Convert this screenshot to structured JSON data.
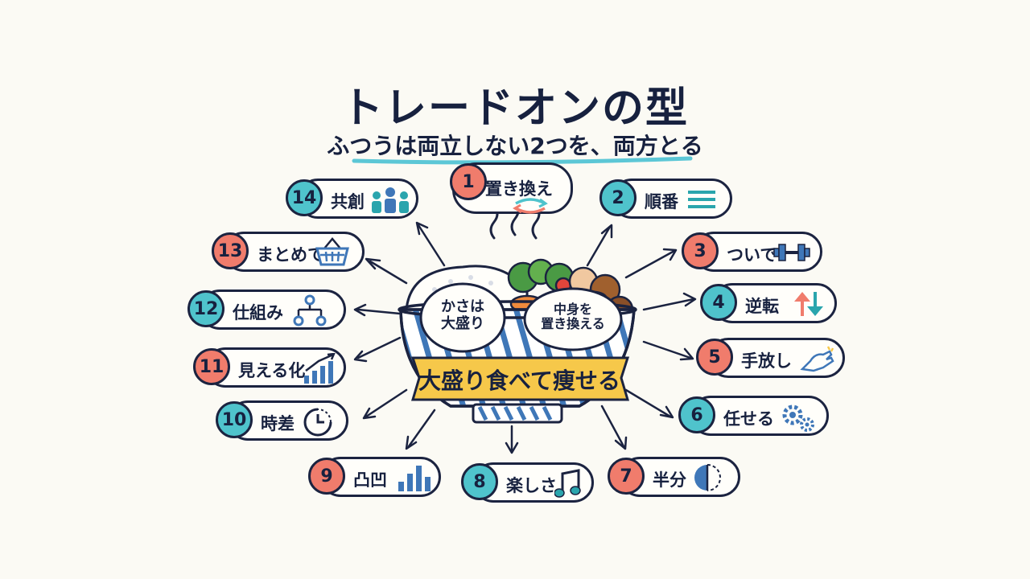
{
  "title": "トレードオンの型",
  "subtitle": "ふつうは両立しない2つを、両方とる",
  "center": {
    "bubble_left": [
      "かさは",
      "大盛り"
    ],
    "bubble_right": [
      "中身を",
      "置き換える"
    ],
    "banner": "大盛り食べて痩せる"
  },
  "items": [
    {
      "num": "1",
      "label": "置き換え"
    },
    {
      "num": "2",
      "label": "順番"
    },
    {
      "num": "3",
      "label": "ついで"
    },
    {
      "num": "4",
      "label": "逆転"
    },
    {
      "num": "5",
      "label": "手放し"
    },
    {
      "num": "6",
      "label": "任せる"
    },
    {
      "num": "7",
      "label": "半分"
    },
    {
      "num": "8",
      "label": "楽しさ"
    },
    {
      "num": "9",
      "label": "凸凹"
    },
    {
      "num": "10",
      "label": "時差"
    },
    {
      "num": "11",
      "label": "見える化"
    },
    {
      "num": "12",
      "label": "仕組み"
    },
    {
      "num": "13",
      "label": "まとめて"
    },
    {
      "num": "14",
      "label": "共創"
    }
  ],
  "colors": {
    "ink": "#1b2340",
    "teal": "#4fc3cc",
    "coral": "#f07c6c",
    "banner": "#f6c84a",
    "bowl_stripe": "#3f77b8",
    "underline": "#5cc7d6"
  }
}
